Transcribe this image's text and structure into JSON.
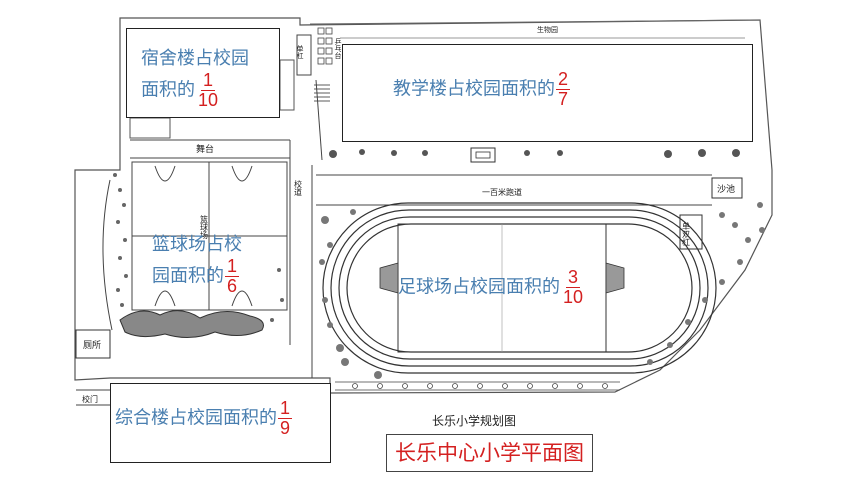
{
  "map": {
    "title": "长乐小学规划图",
    "caption": "长乐中心小学平面图",
    "small_labels": {
      "biology_garden": "生物园",
      "stage": "舞台",
      "campus_road": "校道",
      "hundred_meter_track": "一百米跑道",
      "sandpit": "沙池",
      "parallel_bars": "单双杠",
      "toilet": "厕所",
      "school_gate": "校门",
      "horizontal_bar": "单杠",
      "ping_pong": "乒乓台",
      "basketball_court_small": "篮球场"
    }
  },
  "regions": {
    "dormitory": {
      "text": "宿舍楼占校园",
      "text2": "面积的",
      "numerator": "1",
      "denominator": "10"
    },
    "teaching": {
      "text": "教学楼占校园面积的",
      "numerator": "2",
      "denominator": "7"
    },
    "basketball": {
      "text": "篮球场占校",
      "text2": "园面积的",
      "numerator": "1",
      "denominator": "6"
    },
    "football": {
      "text": "足球场占校园面积的",
      "numerator": "3",
      "denominator": "10"
    },
    "complex": {
      "text": "综合楼占校园面积的",
      "numerator": "1",
      "denominator": "9"
    }
  },
  "colors": {
    "label_blue": "#4a7fb0",
    "fraction_red": "#d42020"
  }
}
